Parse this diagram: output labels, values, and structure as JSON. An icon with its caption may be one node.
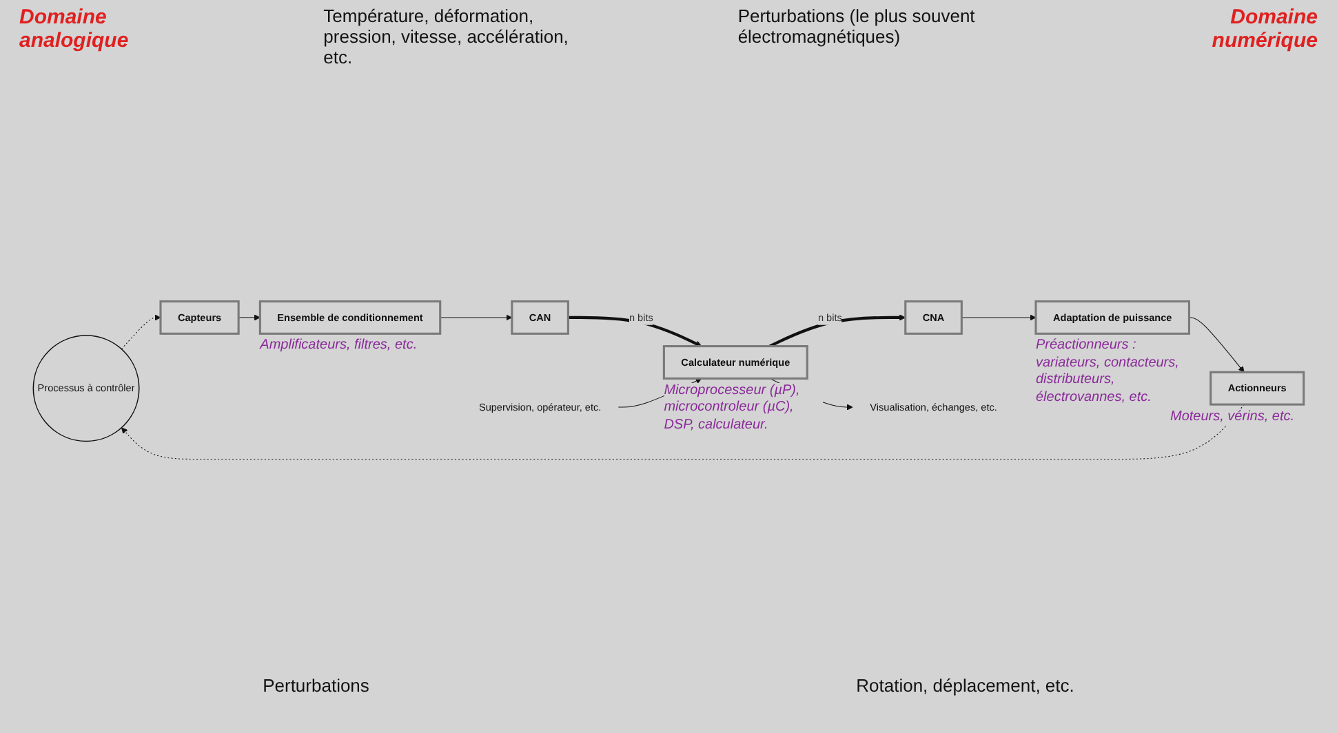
{
  "diagram": {
    "nodes": [
      {
        "text": [
          "Processus à contrôler"
        ]
      },
      {
        "text": [
          "Capteurs"
        ]
      },
      {
        "text": [
          "Ensemble de conditionnement"
        ],
        "beside": [
          "Amplificateurs, filtres, etc."
        ]
      },
      {
        "text": [
          "CAN"
        ]
      },
      {
        "text": [
          "Calculateur numérique"
        ],
        "beside": [
          "Microprocesseur (µP), microcontroleur (µC), DSP, calculateur."
        ]
      },
      {
        "text": [
          "CNA"
        ]
      },
      {
        "text": [
          "Adaptation de puissance"
        ],
        "beside": [
          "Préactionneurs : variateurs, contacteurs, distributeurs, électrovannes, etc."
        ]
      },
      {
        "text": [
          "Actionneurs"
        ],
        "beside": [
          "Moteurs, vérins, etc."
        ]
      },
      {
        "text": [
          "Supervision, opérateur, etc."
        ]
      },
      {
        "text": [
          "Visualisation, échanges, etc."
        ]
      }
    ],
    "edges": [
      {
        "from": 0,
        "to": 1,
        "arrow": "to",
        "style": "dashed"
      },
      {
        "from": 1,
        "to": 2,
        "arrow": "to"
      },
      {
        "from": 2,
        "to": 3,
        "arrow": "to"
      },
      {
        "from": 3,
        "to": 4,
        "arrow": "to",
        "label": "n bits",
        "style": "thick"
      },
      {
        "from": 4,
        "to": 5,
        "arrow": "to",
        "label": "n bits",
        "style": "thick"
      },
      {
        "from": 5,
        "to": 6,
        "arrow": "to"
      },
      {
        "from": 6,
        "to": 7,
        "arrow": "to"
      },
      {
        "from": 7,
        "to": 0,
        "arrow": "to",
        "style": "dashed"
      },
      {
        "from": 8,
        "to": 4,
        "arrow": "to"
      },
      {
        "from": 4,
        "to": 9,
        "arrow": "to"
      }
    ],
    "labels": [
      "Domaine analogique",
      "Température, déformation, pression, vitesse, accélération, etc.",
      "Perturbations (le plus souvent électromagnétiques)",
      "Domaine numérique",
      "Perturbations",
      "Rotation, déplacement, etc."
    ]
  }
}
